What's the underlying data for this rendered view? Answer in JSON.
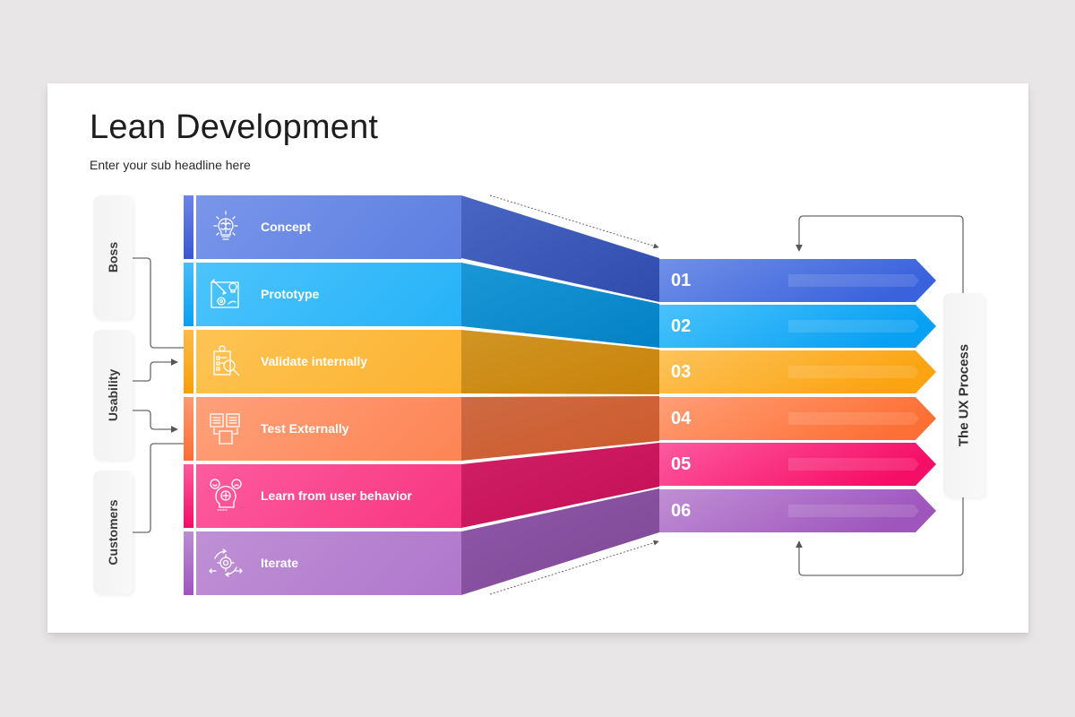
{
  "slide": {
    "title": "Lean Development",
    "subtitle": "Enter your sub headline here"
  },
  "side_labels": [
    {
      "label": "Boss"
    },
    {
      "label": "Usability"
    },
    {
      "label": "Customers"
    }
  ],
  "steps": [
    {
      "label": "Concept",
      "icon": "brain-lightbulb-icon",
      "number": "01",
      "color_light": "#7b97e8",
      "color_dark": "#3d5fd6",
      "side_color": "#3e57b6"
    },
    {
      "label": "Prototype",
      "icon": "blueprint-pencil-icon",
      "number": "02",
      "color_light": "#4ac4fb",
      "color_dark": "#0ea2f4",
      "side_color": "#0b86c8"
    },
    {
      "label": "Validate internally",
      "icon": "checklist-magnifier-icon",
      "number": "03",
      "color_light": "#fcc14f",
      "color_dark": "#fba312",
      "side_color": "#c98a0f"
    },
    {
      "label": "Test Externally",
      "icon": "documents-exchange-icon",
      "number": "04",
      "color_light": "#fe9b72",
      "color_dark": "#fd6f3a",
      "side_color": "#cd5f33"
    },
    {
      "label": "Learn from user behavior",
      "icon": "user-mind-emotions-icon",
      "number": "05",
      "color_light": "#fd5a9b",
      "color_dark": "#f5136b",
      "side_color": "#c9145b"
    },
    {
      "label": "Iterate",
      "icon": "gear-cycle-icon",
      "number": "06",
      "color_light": "#bd8fd3",
      "color_dark": "#a159c1",
      "side_color": "#8a4f9f"
    }
  ],
  "ux_process": {
    "label": "The UX Process"
  }
}
